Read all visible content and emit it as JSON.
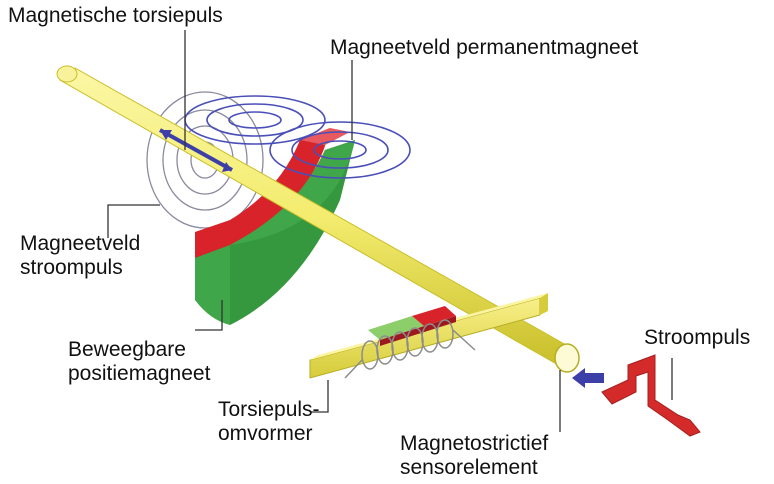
{
  "labels": {
    "torsion_pulse": "Magnetische torsiepuls",
    "permanent_field": "Magneetveld permanentmagneet",
    "current_field_1": "Magneetveld",
    "current_field_2": "stroompuls",
    "movable_1": "Beweegbare",
    "movable_2": "positiemagneet",
    "converter_1": "Torsiepuls-",
    "converter_2": "omvormer",
    "current_pulse": "Stroompuls",
    "sensor_1": "Magnetostrictief",
    "sensor_2": "sensorelement"
  },
  "colors": {
    "rod": "#f3ec6e",
    "rod_edge": "#c9bf2a",
    "magnet_red": "#d8232a",
    "magnet_green": "#3fa64a",
    "field_lines": "#4a4fb8",
    "pulse": "#d42a2a",
    "leader": "#333333"
  }
}
